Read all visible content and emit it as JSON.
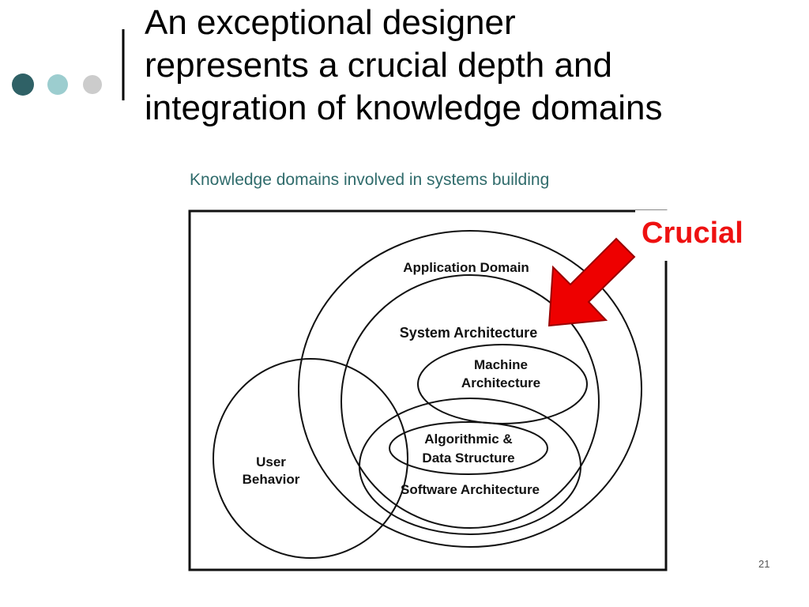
{
  "slide": {
    "title_lines": [
      "An exceptional designer",
      "represents a crucial depth and",
      "integration of knowledge domains"
    ],
    "caption": "Knowledge domains involved in systems building",
    "callout": "Crucial",
    "page_number": "21",
    "accent_dot_colors": [
      "#2f6166",
      "#9ccdcf",
      "#cccccc"
    ],
    "callout_color": "#ee1111",
    "arrow_color": "#ee0000"
  },
  "diagram": {
    "application_domain": "Application Domain",
    "system_architecture": "System Architecture",
    "machine_architecture": [
      "Machine",
      "Architecture"
    ],
    "algorithmic": [
      "Algorithmic &",
      "Data Structure"
    ],
    "software_architecture": "Software Architecture",
    "user_behavior": [
      "User",
      "Behavior"
    ]
  }
}
